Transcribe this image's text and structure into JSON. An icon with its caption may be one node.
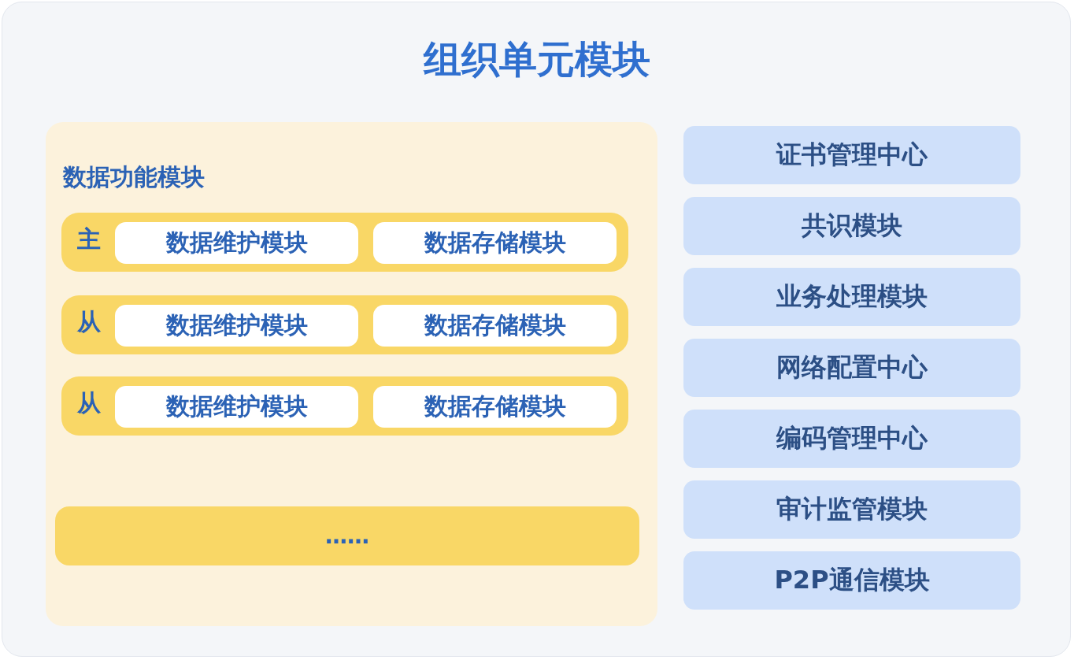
{
  "diagram": {
    "title": "组织单元模块",
    "nodes": [
      {
        "text": [
          "数据功能模块"
        ]
      },
      {
        "text": [
          "主"
        ],
        "in": 0
      },
      {
        "text": [
          "数据维护模块"
        ],
        "in": 1
      },
      {
        "text": [
          "数据存储模块"
        ],
        "in": 1
      },
      {
        "text": [
          "从"
        ],
        "in": 0
      },
      {
        "text": [
          "数据维护模块"
        ],
        "in": 4
      },
      {
        "text": [
          "数据存储模块"
        ],
        "in": 4
      },
      {
        "text": [
          "从"
        ],
        "in": 0
      },
      {
        "text": [
          "数据维护模块"
        ],
        "in": 7
      },
      {
        "text": [
          "数据存储模块"
        ],
        "in": 7
      },
      {
        "text": [
          "……"
        ],
        "in": 0
      },
      {
        "text": [
          "证书管理中心"
        ]
      },
      {
        "text": [
          "共识模块"
        ]
      },
      {
        "text": [
          "业务处理模块"
        ]
      },
      {
        "text": [
          "网络配置中心"
        ]
      },
      {
        "text": [
          "编码管理中心"
        ]
      },
      {
        "text": [
          "审计监管模块"
        ]
      },
      {
        "text": [
          "P2P通信模块"
        ]
      }
    ],
    "edges": []
  }
}
